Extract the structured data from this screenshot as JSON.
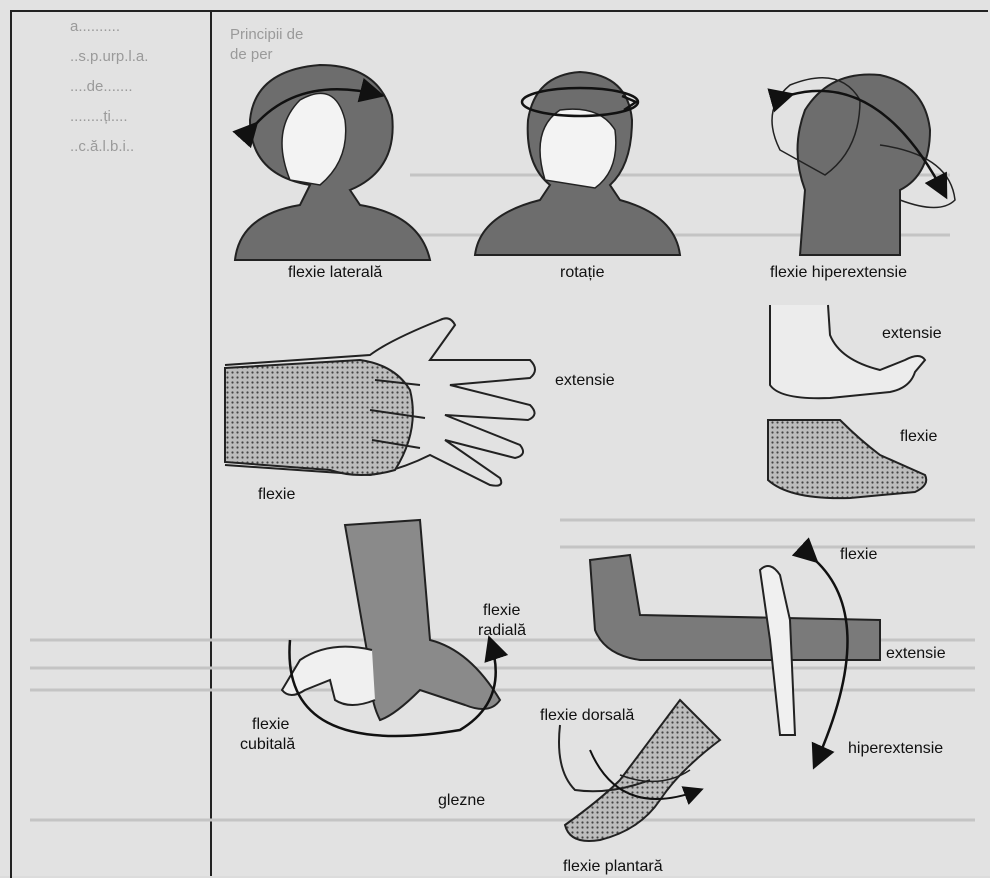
{
  "labels": {
    "flexie_laterala": "flexie laterală",
    "rotatie": "rotație",
    "flexie_hiperextensie": "flexie hiperextensie",
    "extensie_picior": "extensie",
    "flexie_picior": "flexie",
    "extensie_mana": "extensie",
    "flexie_mana": "flexie",
    "flexie_radiala_1": "flexie",
    "flexie_radiala_2": "radială",
    "flexie_cubitala_1": "flexie",
    "flexie_cubitala_2": "cubitală",
    "flexie_dorsala": "flexie dorsală",
    "glezne": "glezne",
    "flexie_plantara": "flexie plantară",
    "flexie_brat": "flexie",
    "extensie_brat": "extensie",
    "hiperextensie_brat": "hiperextensie"
  },
  "background_text": {
    "left_column": [
      "a..........",
      "..s.p.urp.l.a.",
      "....de.......",
      "........ți....",
      "..c.ă.l.b.i.."
    ],
    "top_line_1": "Principii de",
    "top_line_2": "de per"
  }
}
